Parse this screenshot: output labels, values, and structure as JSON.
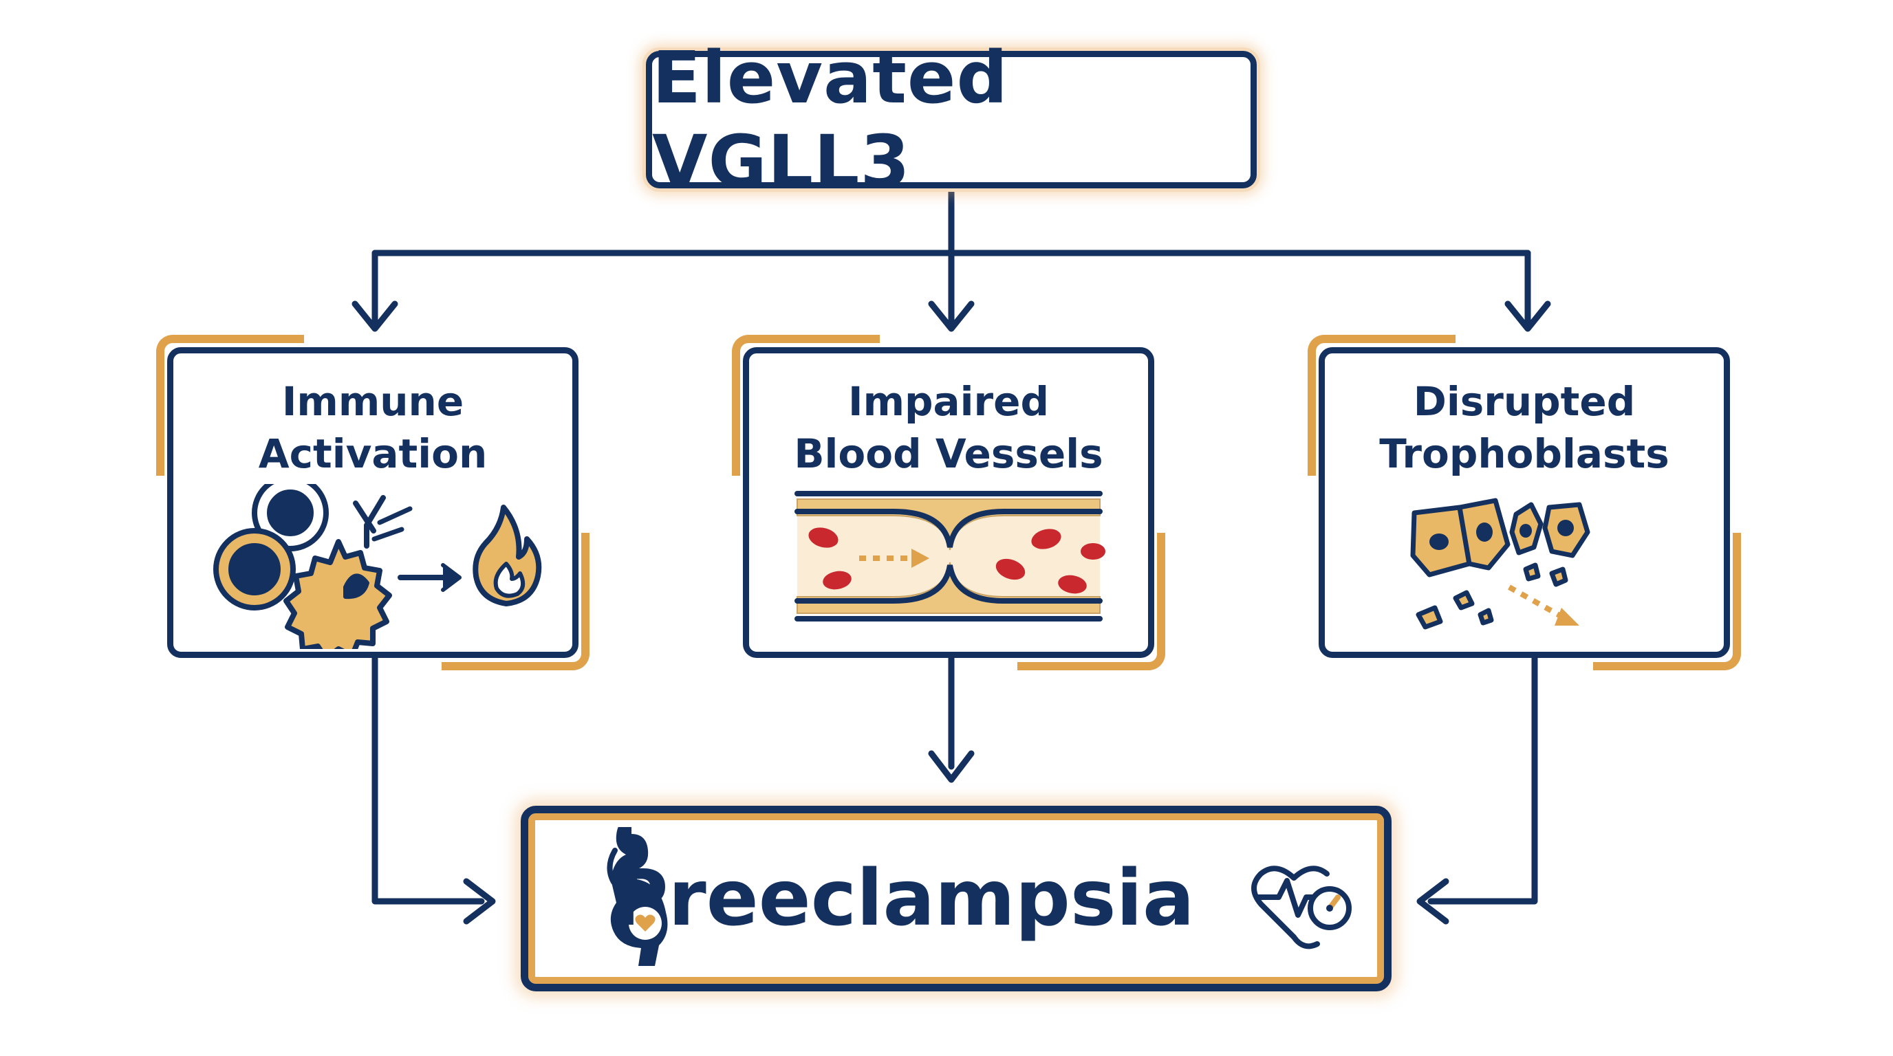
{
  "top": {
    "title": "Elevated VGLL3"
  },
  "branches": [
    {
      "title_lines": [
        "Immune",
        "Activation"
      ],
      "illustration": "immune-cells-to-inflammation"
    },
    {
      "title_lines": [
        "Impaired",
        "Blood Vessels"
      ],
      "illustration": "narrowed-blood-vessel"
    },
    {
      "title_lines": [
        "Disrupted",
        "Trophoblasts"
      ],
      "illustration": "fragmenting-trophoblast-cells"
    }
  ],
  "result": {
    "title": "Preeclampsia",
    "left_icon": "pregnant-woman-icon",
    "right_icon": "heart-pressure-icon"
  },
  "colors": {
    "navy": "#14305e",
    "accent": "#e0a14b",
    "cell_fill": "#e9b866",
    "blood_red": "#c8282e",
    "vessel_fill": "#fbecd6"
  }
}
